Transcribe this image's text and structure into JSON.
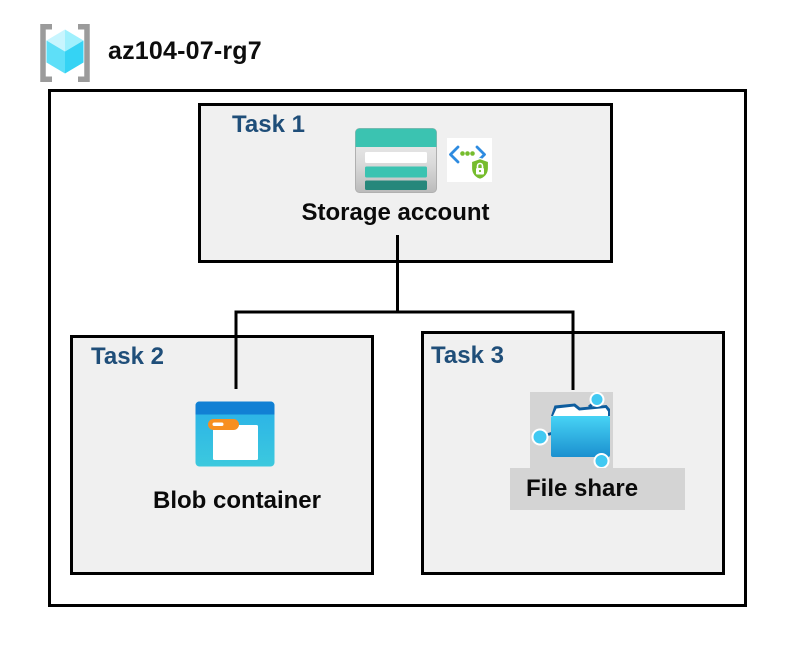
{
  "header": {
    "title": "az104-07-rg7"
  },
  "resource_group": {
    "tasks": [
      {
        "label": "Task 1",
        "item_label": "Storage account"
      },
      {
        "label": "Task 2",
        "item_label": "Blob container"
      },
      {
        "label": "Task 3",
        "item_label": "File share"
      }
    ]
  },
  "connections": [
    {
      "from": "Storage account",
      "to": "Blob container"
    },
    {
      "from": "Storage account",
      "to": "File share"
    }
  ],
  "icons": {
    "resource_group": "resource-group-icon",
    "storage_account": "storage-account-icon",
    "secure_access": "secure-access-icon",
    "blob_container": "blob-container-icon",
    "file_share": "file-share-icon"
  },
  "colors": {
    "task_label": "#1F4E79",
    "box_border": "#000000",
    "task_box_fill": "#F0F0F0",
    "gray_plate": "#D4D4D4",
    "storage_teal": "#3BC3B1",
    "storage_dark_teal": "#26877B",
    "blob_top_blue": "#1180D4",
    "blob_body_blue": "#2EB5E8",
    "folder_tab_orange": "#F78F20",
    "fileshare_dark_blue": "#0E5D9E",
    "node_cyan": "#41C9F2",
    "shield_green": "#76BC2D",
    "chevron_blue": "#2E8BE0",
    "cube_cyan": "#50E6FF",
    "bracket_gray": "#9B9B9B"
  }
}
